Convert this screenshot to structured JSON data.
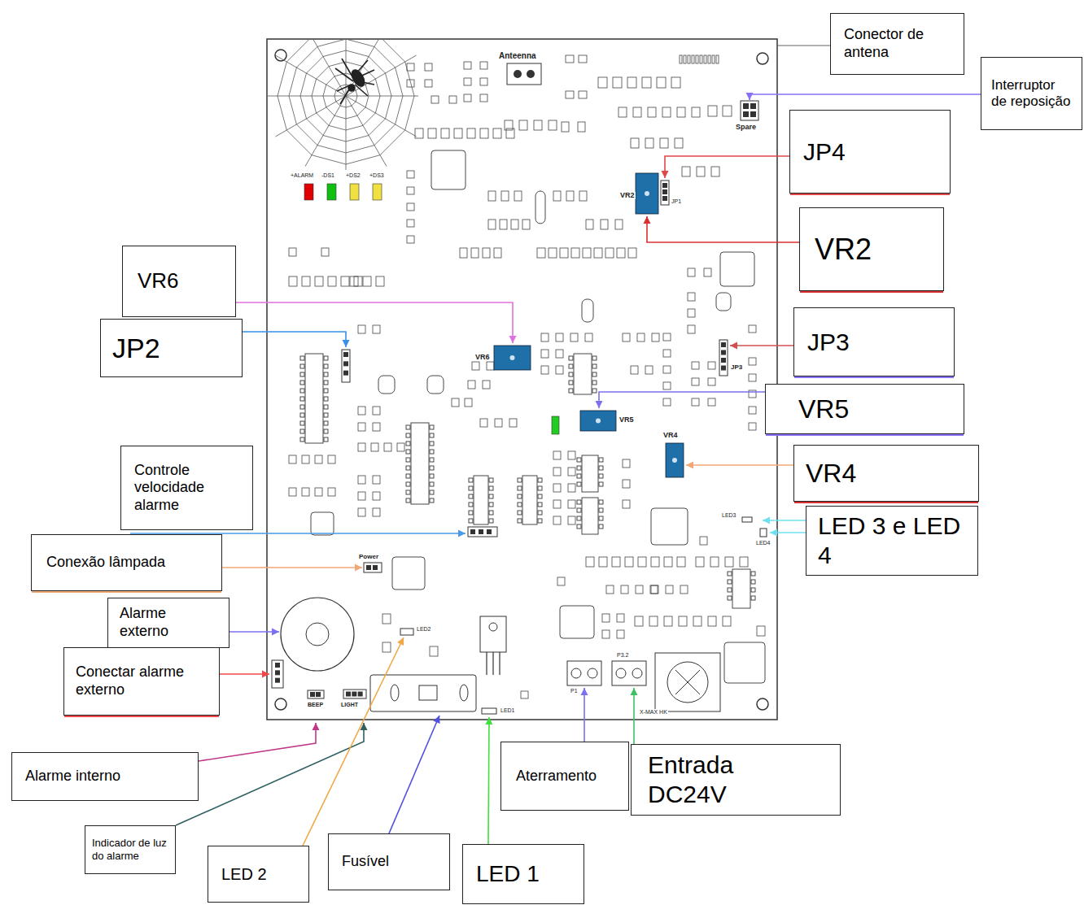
{
  "diagram": {
    "nodes": [
      {
        "text": [
          "Conector de antena"
        ]
      },
      {
        "text": [
          "Interruptor de reposição"
        ]
      },
      {
        "text": [
          "JP4"
        ]
      },
      {
        "text": [
          "VR2"
        ]
      },
      {
        "text": [
          "VR6"
        ]
      },
      {
        "text": [
          "JP2"
        ]
      },
      {
        "text": [
          "JP3"
        ]
      },
      {
        "text": [
          "VR5"
        ]
      },
      {
        "text": [
          "VR4"
        ]
      },
      {
        "text": [
          "Controle velocidade alarme"
        ]
      },
      {
        "text": [
          "LED 3 e LED 4"
        ]
      },
      {
        "text": [
          "Conexão lâmpada"
        ]
      },
      {
        "text": [
          "Alarme externo"
        ]
      },
      {
        "text": [
          "Conectar alarme externo"
        ]
      },
      {
        "text": [
          "Alarme interno"
        ]
      },
      {
        "text": [
          "Indicador de luz do alarme"
        ]
      },
      {
        "text": [
          "LED 2"
        ]
      },
      {
        "text": [
          "Fusível"
        ]
      },
      {
        "text": [
          "LED 1"
        ]
      },
      {
        "text": [
          "Aterramento"
        ]
      },
      {
        "text": [
          "Entrada DC24V"
        ]
      }
    ],
    "labels": [
      "Anteenna",
      "Spare",
      "+ALARM",
      "-DS1",
      "+DS2",
      "+DS3",
      "VR2",
      "JP1",
      "VR6",
      "VR5",
      "VR4",
      "JP3",
      "LED3",
      "LED4",
      "Power",
      "BEEP",
      "LIGHT",
      "LED2",
      "LED1",
      "P1",
      "P3.2",
      "X-MAX HK"
    ]
  }
}
